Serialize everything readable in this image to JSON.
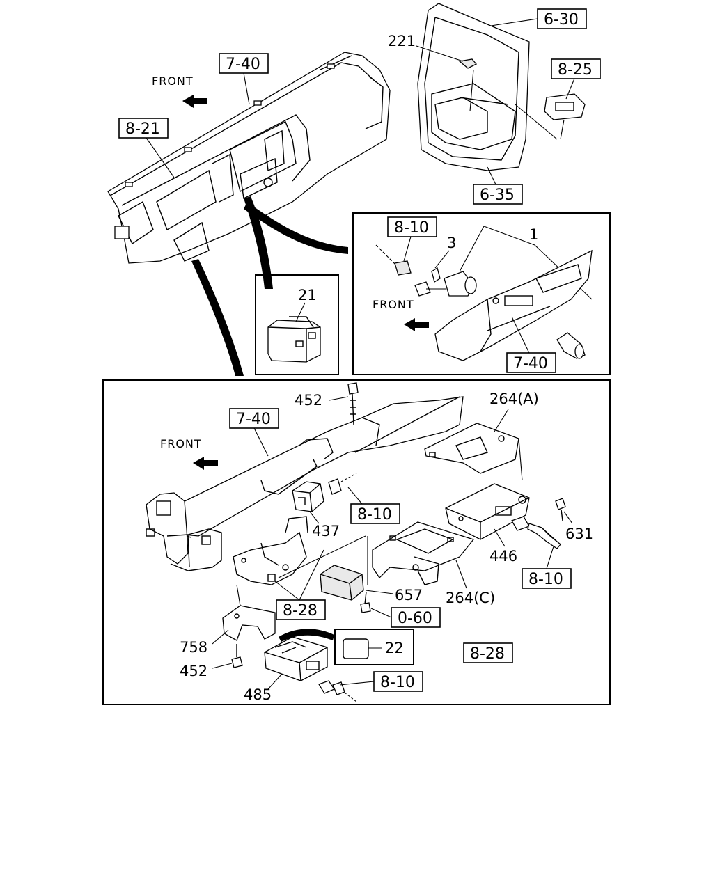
{
  "front_label": "FRONT",
  "ref_boxes": {
    "r_6_30": "6-30",
    "r_8_25": "8-25",
    "r_6_35": "6-35",
    "r_7_40_top": "7-40",
    "r_8_21": "8-21",
    "r_8_10_inset": "8-10",
    "r_7_40_inset": "7-40",
    "r_7_40_main": "7-40",
    "r_8_10_a": "8-10",
    "r_8_10_b": "8-10",
    "r_8_28_a": "8-28",
    "r_0_60": "0-60",
    "r_8_28_b": "8-28",
    "r_8_10_c": "8-10"
  },
  "part_numbers": {
    "p221": "221",
    "p21": "21",
    "p3": "3",
    "p1": "1",
    "p452_top": "452",
    "p264a": "264(A)",
    "p437": "437",
    "p631": "631",
    "p446": "446",
    "p657": "657",
    "p264c": "264(C)",
    "p22": "22",
    "p758": "758",
    "p452_bot": "452",
    "p485": "485"
  }
}
